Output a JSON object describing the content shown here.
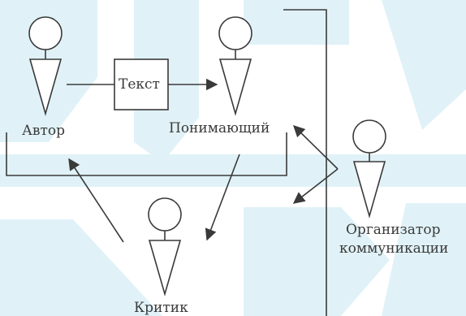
{
  "nodes": {
    "author": "Автор",
    "text": "Текст",
    "understander": "Понимающий",
    "critic": "Критик",
    "organizer_line1": "Организатор",
    "organizer_line2": "коммуникации"
  },
  "colors": {
    "line": "#3a3a3a",
    "watermark": "#d6eef5"
  }
}
